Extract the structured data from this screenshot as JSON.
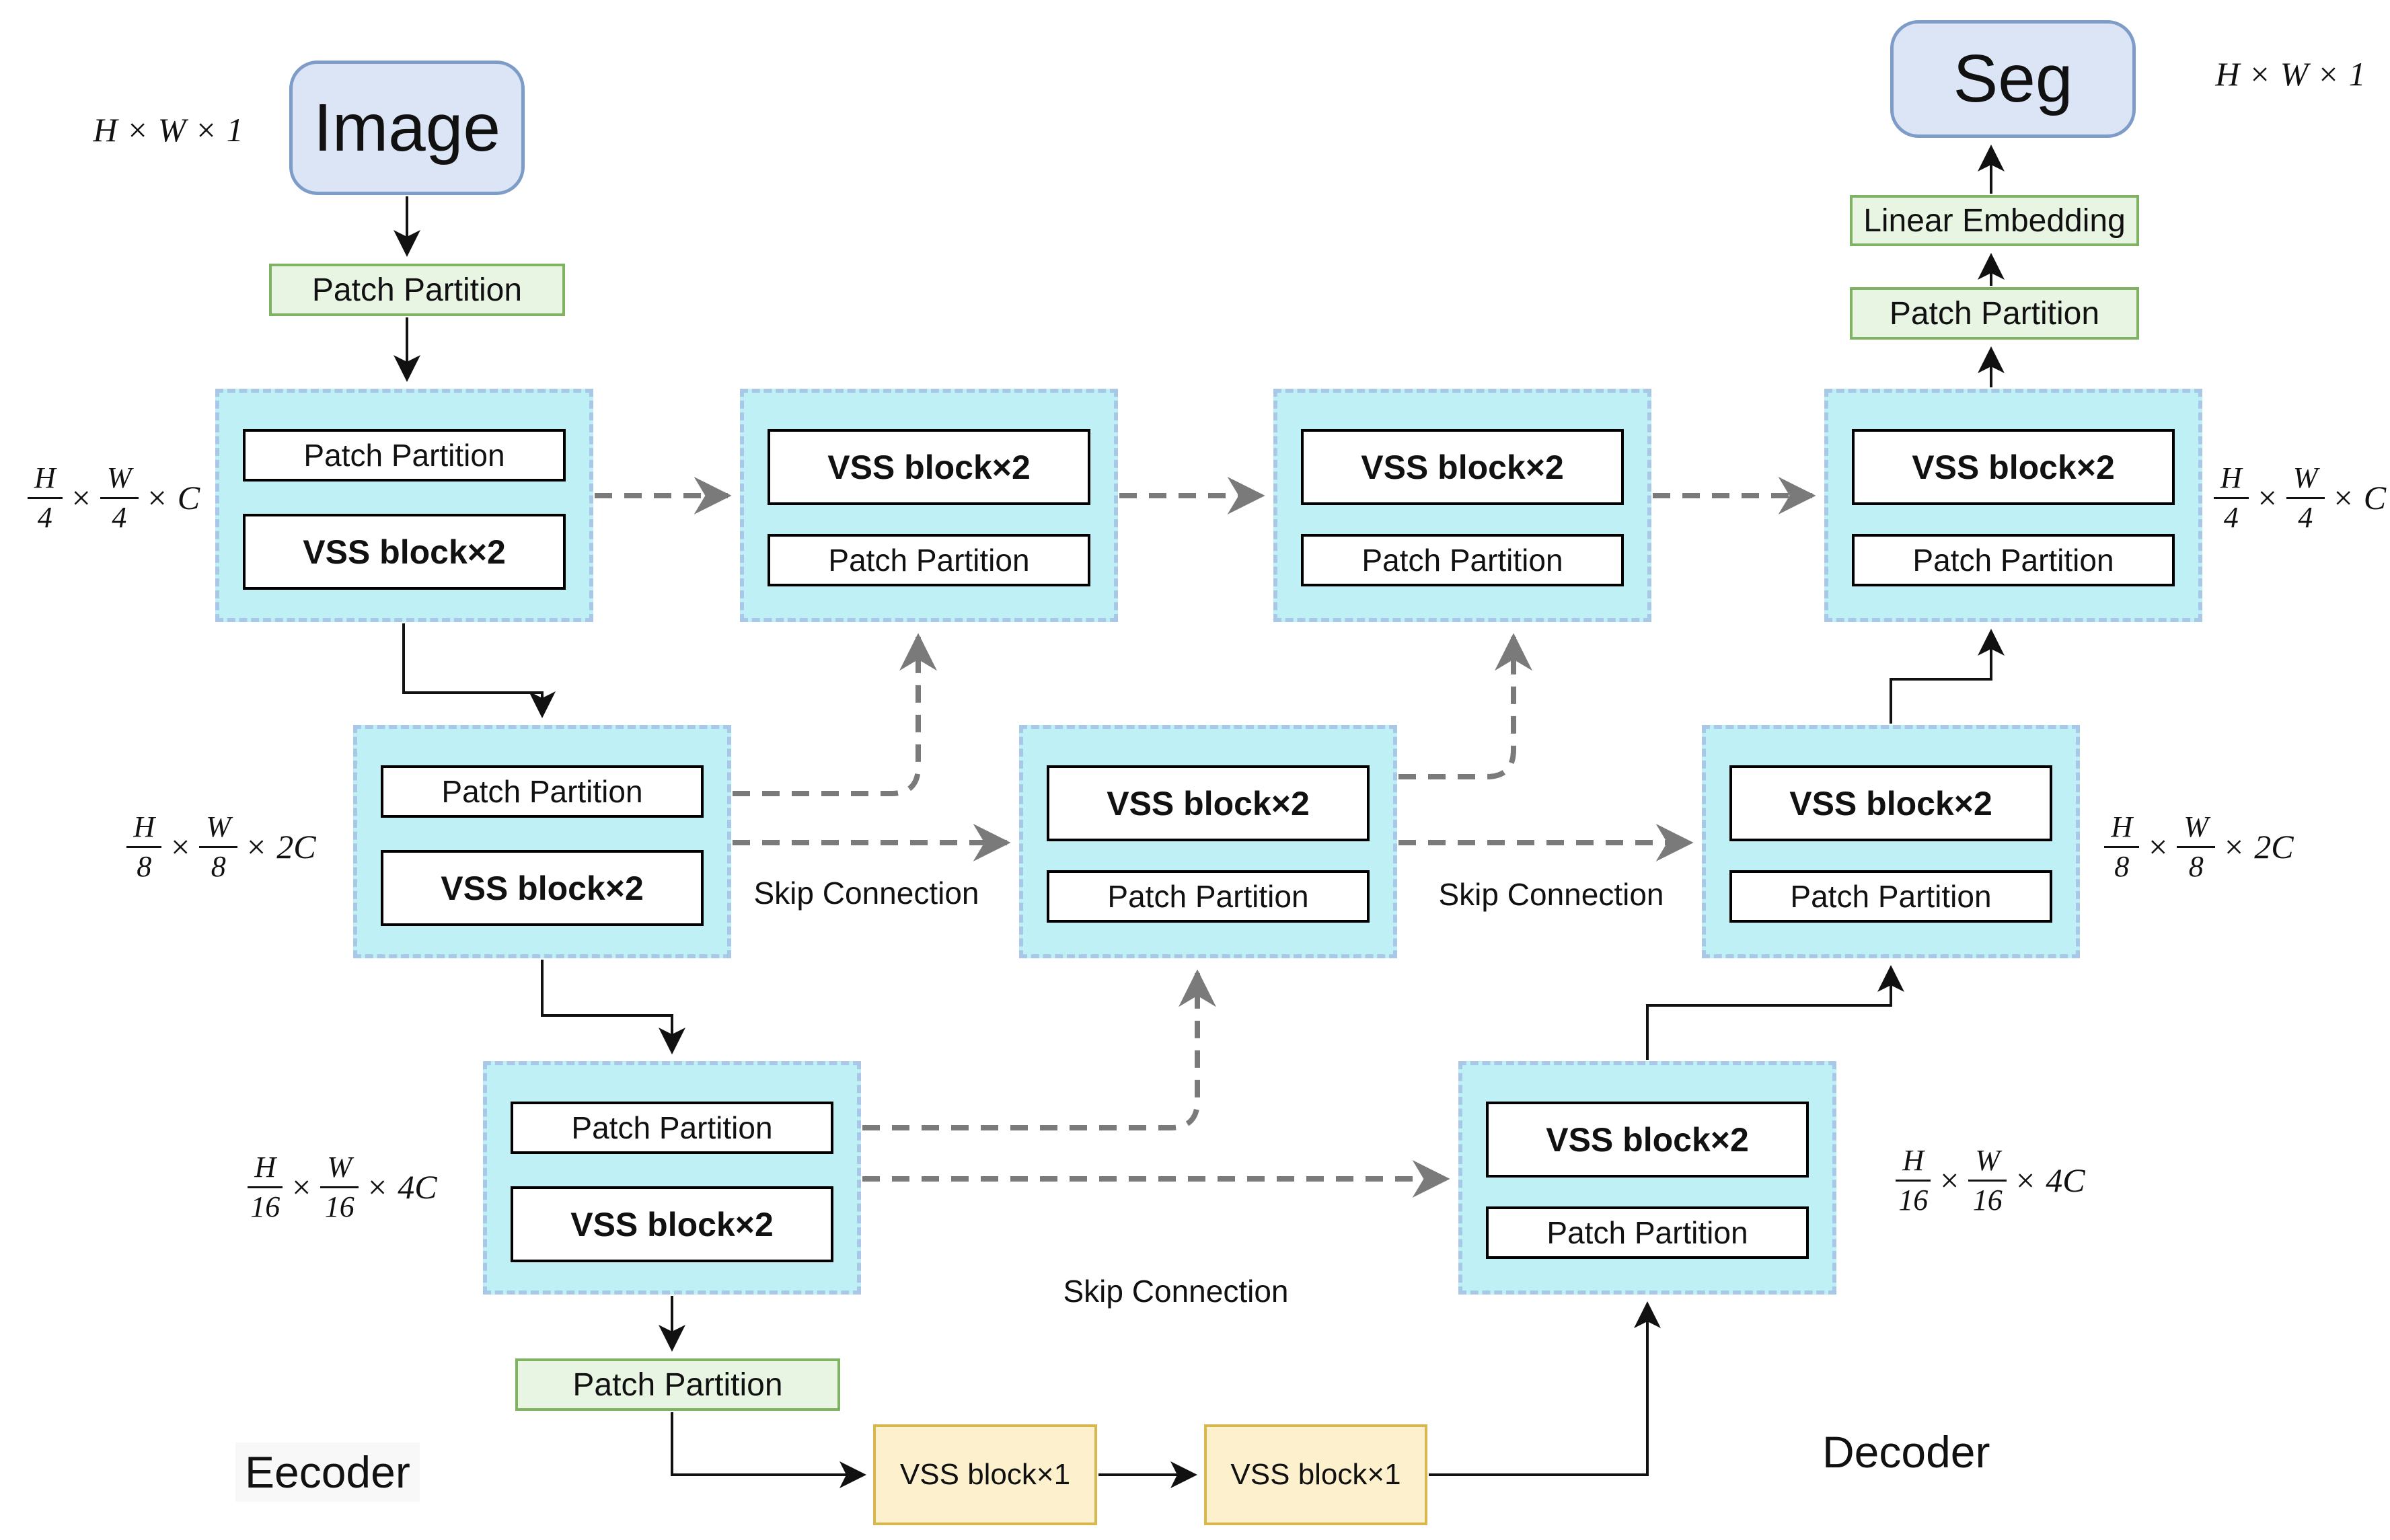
{
  "title": "VSS encoder-decoder segmentation network diagram",
  "nodes": {
    "image": {
      "label": "Image"
    },
    "seg": {
      "label": "Seg"
    },
    "patch_partition_input": {
      "label": "Patch Partition"
    },
    "linear_embedding": {
      "label": "Linear Embedding"
    },
    "patch_partition_output": {
      "label": "Patch Partition"
    },
    "patch_partition_bottom": {
      "label": "Patch Partition"
    },
    "bottleneck1": {
      "label": "VSS block×1"
    },
    "bottleneck2": {
      "label": "VSS block×1"
    }
  },
  "stages": {
    "enc1": {
      "top": "Patch Partition",
      "bottom": "VSS block×2"
    },
    "enc2": {
      "top": "Patch Partition",
      "bottom": "VSS block×2"
    },
    "enc3": {
      "top": "Patch Partition",
      "bottom": "VSS block×2"
    },
    "mid1": {
      "top": "VSS block×2",
      "bottom": "Patch Partition"
    },
    "mid2": {
      "top": "VSS block×2",
      "bottom": "Patch Partition"
    },
    "middec": {
      "top": "VSS block×2",
      "bottom": "Patch Partition"
    },
    "rdec2": {
      "top": "VSS block×2",
      "bottom": "Patch Partition"
    },
    "dec1": {
      "top": "VSS block×2",
      "bottom": "Patch Partition"
    },
    "dec3": {
      "top": "VSS block×2",
      "bottom": "Patch Partition"
    }
  },
  "dims": {
    "top_left": "H × W × 1",
    "top_right": "H × W × 1",
    "enc1": "H/4 × W/4 × C",
    "dec1": "H/4 × W/4 × C",
    "enc2": "H/8 × W/8 × 2C",
    "dec2": "H/8 × W/8 × 2C",
    "enc3": "H/16 × W/16 × 4C",
    "dec3": "H/16 × W/16 × 4C"
  },
  "annotations": {
    "skip1": "Skip Connection",
    "skip2": "Skip Connection",
    "skip3": "Skip Connection",
    "encoder": "Eecoder",
    "decoder": "Decoder"
  },
  "colors": {
    "stage_fill": "#bff0f6",
    "stage_border": "#a9c7e7",
    "green_fill": "#e9f5e3",
    "green_border": "#7fb263",
    "yellow_fill": "#fdf0cd",
    "yellow_border": "#d8b74e",
    "blue_fill": "#dbe5f6",
    "blue_border": "#7e9cc8",
    "skip_line": "#7a7a7a",
    "flow_line": "#111111"
  }
}
